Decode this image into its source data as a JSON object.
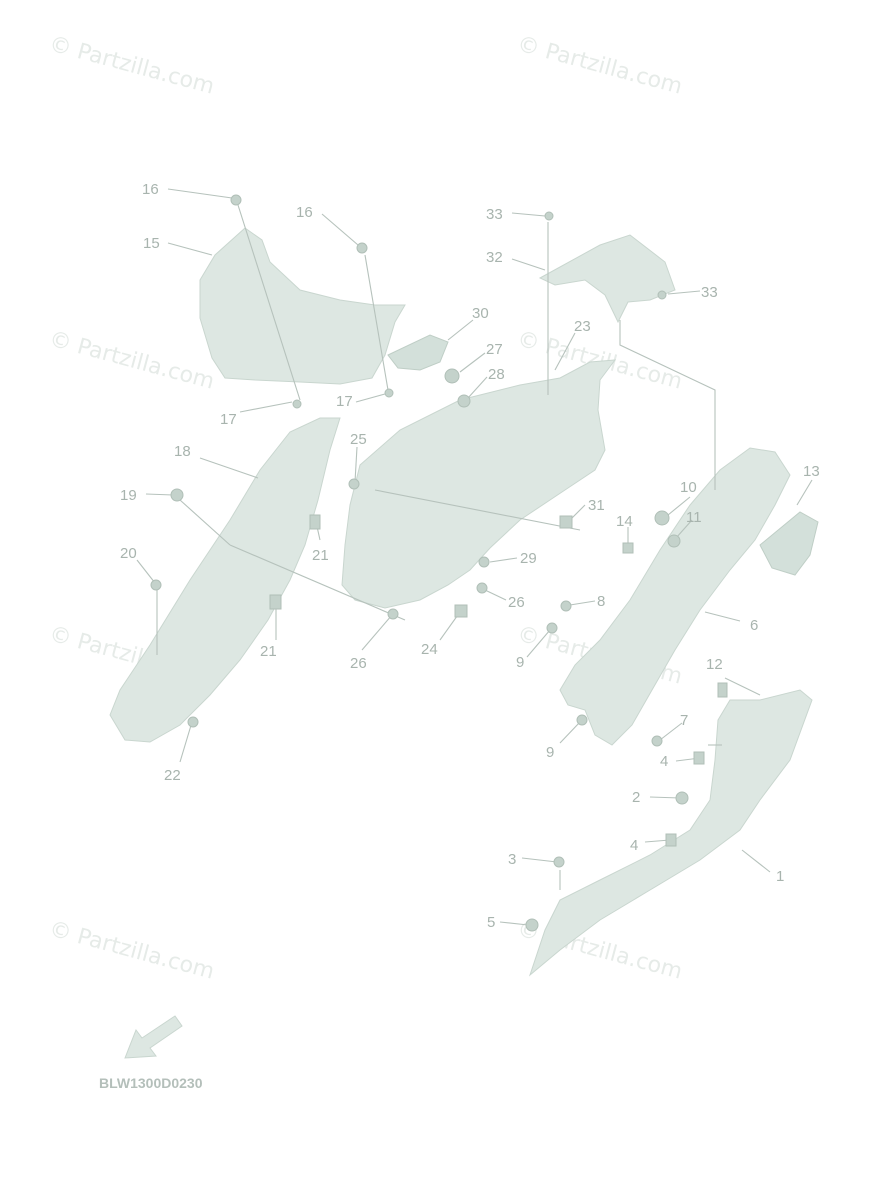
{
  "watermarks": [
    "© Partzilla.com",
    "© Partzilla.com",
    "© Partzilla.com",
    "© Partzilla.com",
    "© Partzilla.com",
    "© Partzilla.com",
    "© Partzilla.com",
    "© Partzilla.com"
  ],
  "diagram_code": "BLW1300D0230",
  "callouts": [
    "16",
    "16",
    "15",
    "33",
    "32",
    "33",
    "30",
    "23",
    "27",
    "28",
    "17",
    "17",
    "18",
    "25",
    "19",
    "21",
    "31",
    "10",
    "11",
    "13",
    "14",
    "20",
    "29",
    "21",
    "26",
    "8",
    "6",
    "26",
    "24",
    "9",
    "12",
    "22",
    "7",
    "9",
    "4",
    "2",
    "4",
    "1",
    "3",
    "5"
  ],
  "colors": {
    "part_fill": "#dde7e2",
    "label": "#a8b4ae",
    "watermark": "#e6ebe8"
  },
  "icons": {
    "direction": "front-arrow-icon"
  }
}
